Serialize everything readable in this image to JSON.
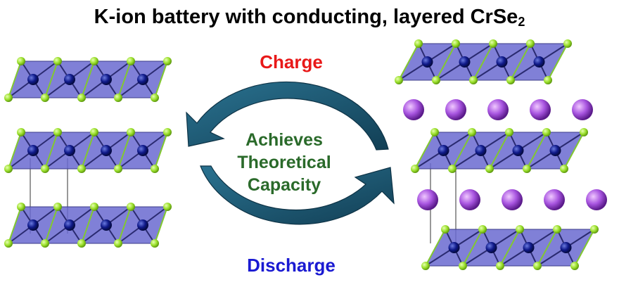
{
  "title": {
    "prefix": "K-ion battery with conducting, layered CrSe",
    "subscript": "2"
  },
  "cycle": {
    "top_label": "Charge",
    "bottom_label": "Discharge",
    "center_lines": [
      "Achieves",
      "Theoretical",
      "Capacity"
    ]
  },
  "colors": {
    "charge": "#e81818",
    "discharge": "#1a1ad2",
    "center_text": "#2a6a2a",
    "arrow": "#1b5570",
    "layer_fill": "#6a6ad0",
    "cr_atom": "#101a8a",
    "se_atom": "#9adf2a",
    "k_atom": "#a855e0"
  },
  "left_structure": {
    "layers": 3,
    "intercalated": false
  },
  "right_structure": {
    "layers": 3,
    "intercalated": true,
    "k_rows": 2
  }
}
